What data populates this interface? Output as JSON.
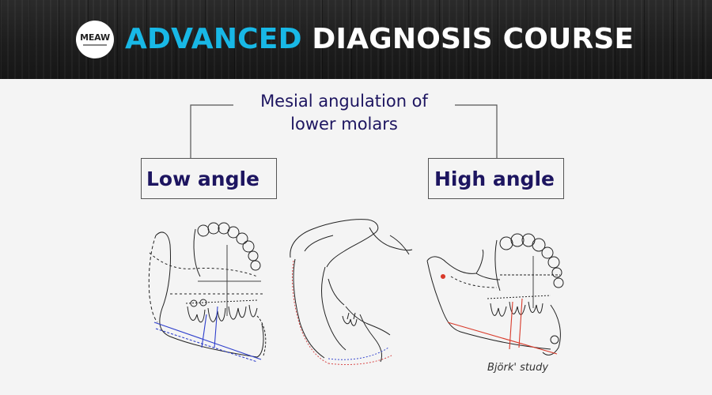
{
  "header": {
    "logo_text": "MEAW",
    "title_accent": "ADVANCED",
    "title_rest": "DIAGNOSIS COURSE",
    "accent_color": "#18b8e6"
  },
  "diagram": {
    "title_line1": "Mesial angulation of",
    "title_line2": "lower molars",
    "left_label": "Low angle",
    "right_label": "High angle",
    "caption": "Björk' study",
    "text_color": "#1d1560"
  },
  "illustrations": [
    {
      "name": "low-angle-cephalometric-tracing",
      "accent_color": "#2e3fcc"
    },
    {
      "name": "superimposed-skull-tracing",
      "accent_color": "#d84b4b"
    },
    {
      "name": "high-angle-cephalometric-tracing",
      "accent_color": "#d83a2a"
    }
  ]
}
